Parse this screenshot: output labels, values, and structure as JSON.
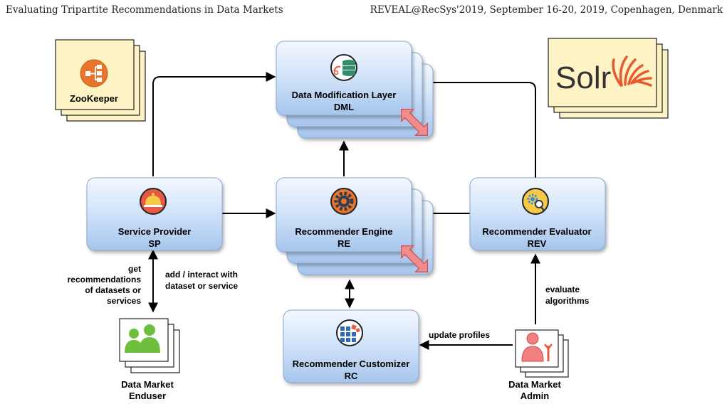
{
  "header": {
    "left": "Evaluating Tripartite Recommendations in Data Markets",
    "right": "REVEAL@RecSys'2019, September 16-20, 2019, Copenhagen, Denmark"
  },
  "nodes": {
    "dml": {
      "line1": "Data Modification Layer",
      "line2": "DML"
    },
    "sp": {
      "line1": "Service Provider",
      "line2": "SP"
    },
    "re": {
      "line1": "Recommender Engine",
      "line2": "RE"
    },
    "rev": {
      "line1": "Recommender Evaluator",
      "line2": "REV"
    },
    "rc": {
      "line1": "Recommender Customizer",
      "line2": "RC"
    },
    "enduser": {
      "line1": "Data Market",
      "line2": "Enduser"
    },
    "admin": {
      "line1": "Data Market",
      "line2": "Admin"
    }
  },
  "logos": {
    "zookeeper": "ZooKeeper",
    "solr": "Solr"
  },
  "edge_labels": {
    "get_recs": [
      "get",
      "recommendations",
      "of datasets or",
      "services"
    ],
    "add_interact": [
      "add / interact with",
      "dataset or service"
    ],
    "evaluate": [
      "evaluate",
      "algorithms"
    ],
    "update_profiles": "update profiles"
  },
  "colors": {
    "node_fill_top": "#eef5ff",
    "node_fill_bottom": "#a9c8ee",
    "node_stroke": "#8aa9d3",
    "scale_arrow": "#f08c8c",
    "doc_fill": "#fdf3c4",
    "orange": "#e8752e",
    "green": "#6fbf3f",
    "red": "#e65a45"
  }
}
